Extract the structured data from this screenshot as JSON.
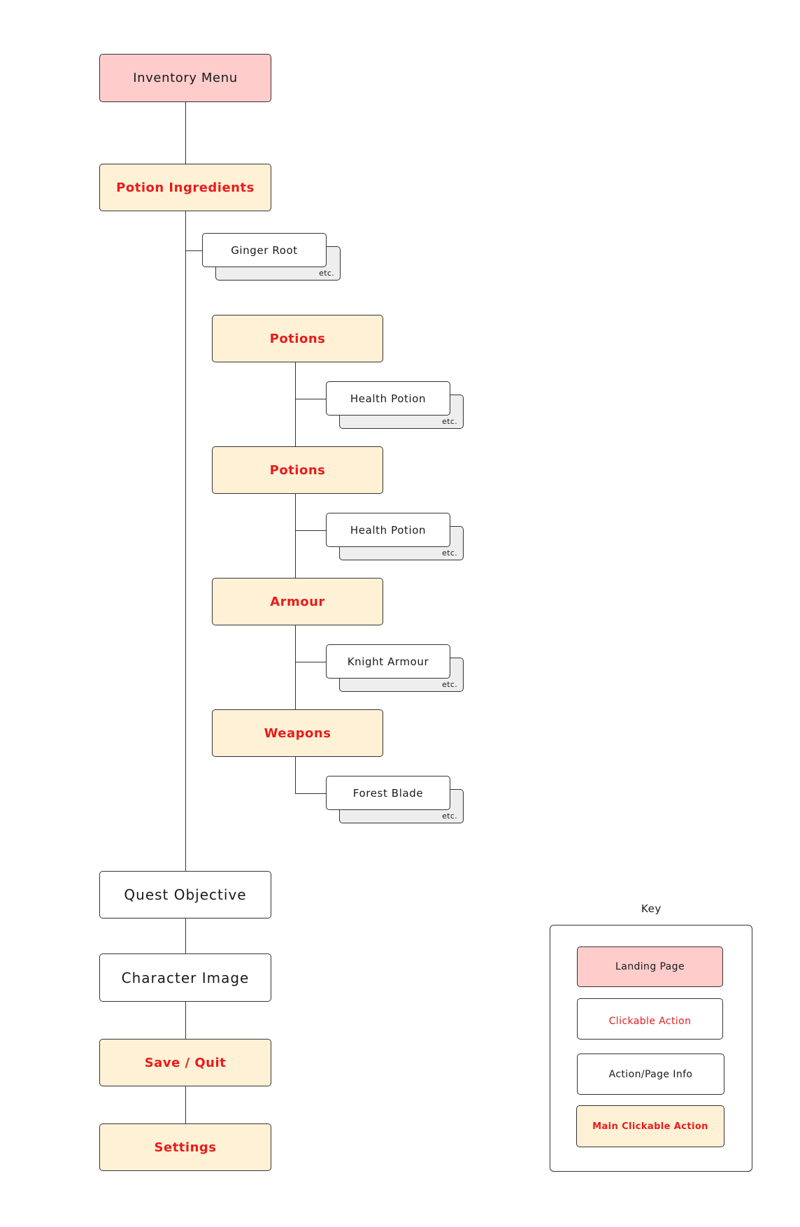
{
  "diagram": {
    "root": "Inventory Menu",
    "potion_ingredients": {
      "label": "Potion Ingredients",
      "item": "Ginger Root",
      "more": "etc."
    },
    "categories": [
      {
        "label": "Potions",
        "item": "Health Potion",
        "more": "etc."
      },
      {
        "label": "Potions",
        "item": "Health Potion",
        "more": "etc."
      },
      {
        "label": "Armour",
        "item": "Knight Armour",
        "more": "etc."
      },
      {
        "label": "Weapons",
        "item": "Forest Blade",
        "more": "etc."
      }
    ],
    "quest_objective": "Quest Objective",
    "character_image": "Character Image",
    "save_quit": "Save / Quit",
    "settings": "Settings"
  },
  "key": {
    "title": "Key",
    "landing_page": "Landing Page",
    "clickable_action": "Clickable Action",
    "action_page_info": "Action/Page Info",
    "main_clickable_action": "Main Clickable Action"
  },
  "colors": {
    "landing": "#ffcccc",
    "main": "#fff1d6",
    "accent_text": "#e81c1c",
    "line": "#333333",
    "stack": "#eeeeee"
  }
}
